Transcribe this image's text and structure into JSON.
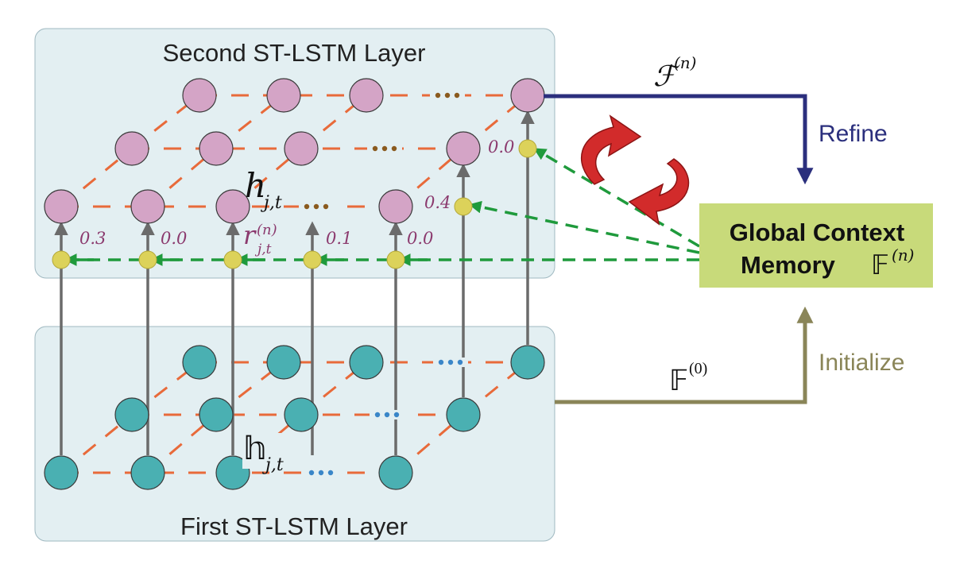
{
  "second_layer": {
    "title": "Second ST-LSTM Layer"
  },
  "first_layer": {
    "title": "First ST-LSTM Layer"
  },
  "memory": {
    "line1": "Global Context",
    "line2": "Memory",
    "symbol": "𝔽",
    "superscript": "(n)"
  },
  "refine": {
    "label": "Refine",
    "symbol": "ℱ",
    "superscript": "(n)"
  },
  "initialize": {
    "label": "Initialize",
    "symbol": "𝔽",
    "superscript": "(0)"
  },
  "hidden_second": {
    "base": "h",
    "subscript": "j,t"
  },
  "hidden_first": {
    "base": "𝕙",
    "subscript": "j,t"
  },
  "gate": {
    "base": "r",
    "subscript": "j,t",
    "superscript": "(n)"
  },
  "gate_values": [
    "0.3",
    "0.0",
    "0.1",
    "0.0",
    "0.4",
    "0.0"
  ],
  "ellipsis": "...",
  "colors": {
    "panel_fill": "#e3eff2",
    "node_top": "#d4a4c6",
    "node_bottom": "#4ab0b2",
    "gate_node": "#dcd25a",
    "grid_dash": "#e86a3a",
    "attention_arrow": "#1f9a3c",
    "vertical_arrow": "#6b6b6b",
    "refine": "#2b2f7d",
    "initialize": "#8a8558",
    "memory_box": "#c8da7a",
    "cycle_icon": "#d22b2b"
  }
}
